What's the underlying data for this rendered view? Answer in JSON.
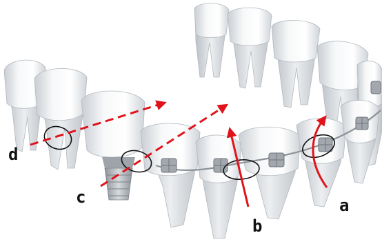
{
  "figure": {
    "labels": {
      "a": "a",
      "b": "b",
      "c": "c",
      "d": "d"
    }
  },
  "colors": {
    "background": "#ffffff",
    "tooth": "#eef0f2",
    "tooth_shadow": "#c9ced3",
    "bracket": "#9aa1a8",
    "wire": "#8c9298",
    "implant": "#b0b4b8",
    "arrow": "#e0131b",
    "ellipse": "#111111"
  },
  "icons": [
    "tooth-icon",
    "bracket-icon",
    "implant-icon",
    "force-arrow-icon"
  ]
}
